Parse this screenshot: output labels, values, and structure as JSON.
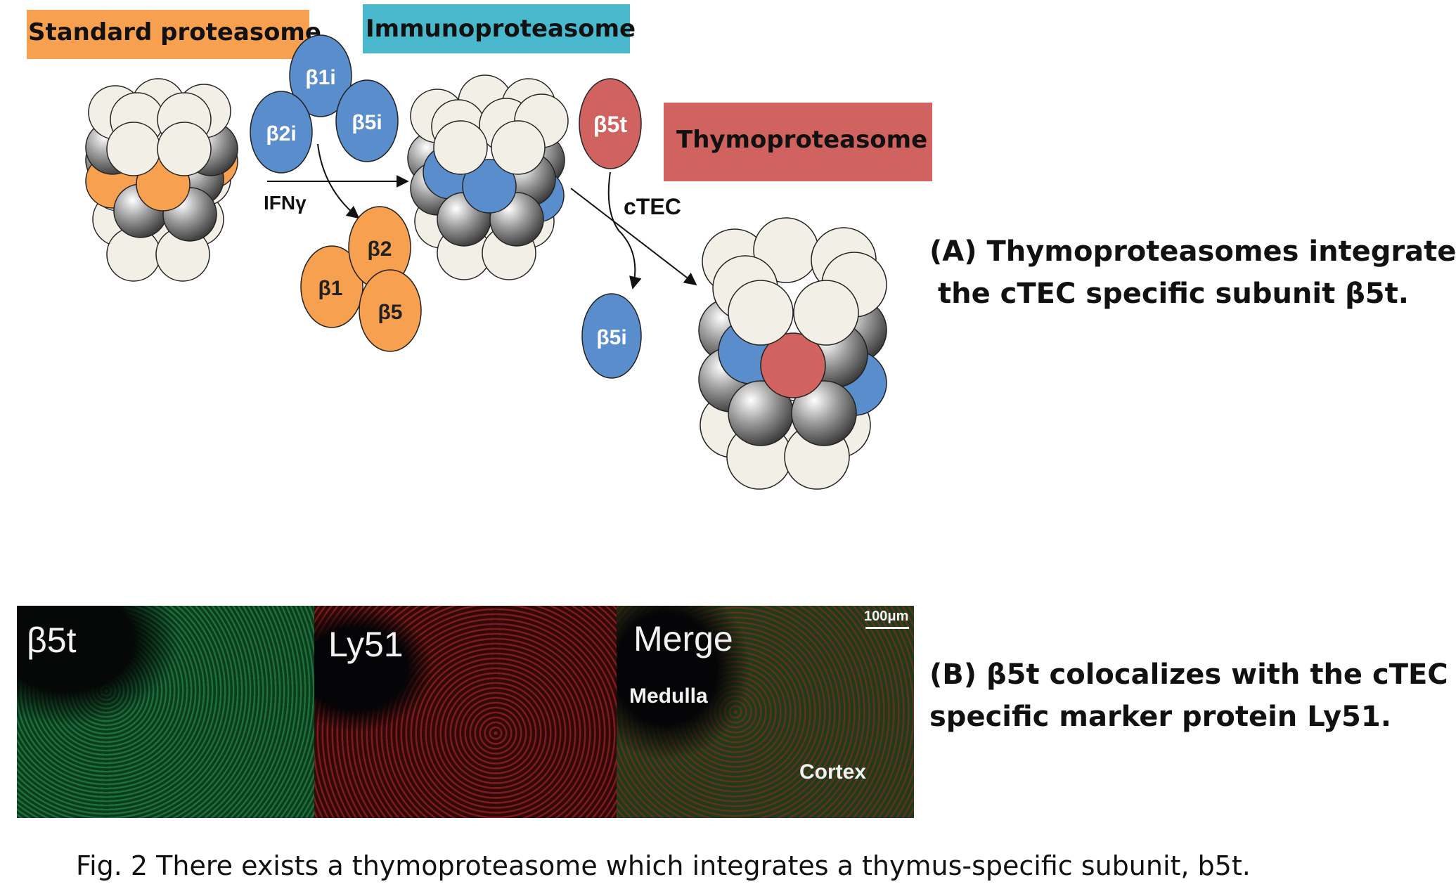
{
  "labels": {
    "standard": "Standard proteasome",
    "immuno": "Immunoproteasome",
    "thymo": "Thymoproteasome",
    "ifng": "IFNγ",
    "ctec": "cTEC"
  },
  "subunits": {
    "b1i": "β1i",
    "b2i": "β2i",
    "b5i_top": "β5i",
    "b1": "β1",
    "b2": "β2",
    "b5": "β5",
    "b5t": "β5t",
    "b5i_free": "β5i"
  },
  "colors": {
    "orange": "#f6a050",
    "cyan": "#4ab8cc",
    "red": "#d0635f",
    "blue": "#5a8dcc",
    "cream": "#f2efe6"
  },
  "statements": {
    "a_line1": "(A) Thymoproteasomes integrate",
    "a_line2": "the cTEC specific subunit β5t.",
    "b_line1": "(B) β5t colocalizes with the cTEC",
    "b_line2": "specific marker protein Ly51."
  },
  "micro": {
    "p1": "β5t",
    "p2": "Ly51",
    "p3": "Merge",
    "medulla": "Medulla",
    "cortex": "Cortex",
    "scale": "100μm"
  },
  "caption": "Fig. 2 There exists a thymoproteasome which integrates a thymus-specific subunit, b5t."
}
